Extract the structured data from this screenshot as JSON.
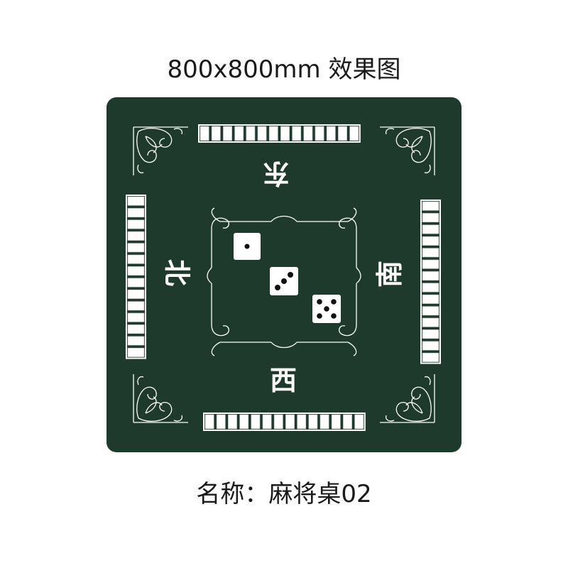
{
  "header": {
    "title": "800x800mm 效果图"
  },
  "footer": {
    "caption": "名称：麻将桌02"
  },
  "mat": {
    "background_color": "#1d3a2c",
    "line_color": "#ffffff",
    "tile_slot_count_horizontal": 14,
    "tile_slot_count_vertical": 14,
    "winds": {
      "east": "东",
      "south": "南",
      "west": "西",
      "north": "北"
    },
    "dice": [
      1,
      3,
      5
    ]
  }
}
